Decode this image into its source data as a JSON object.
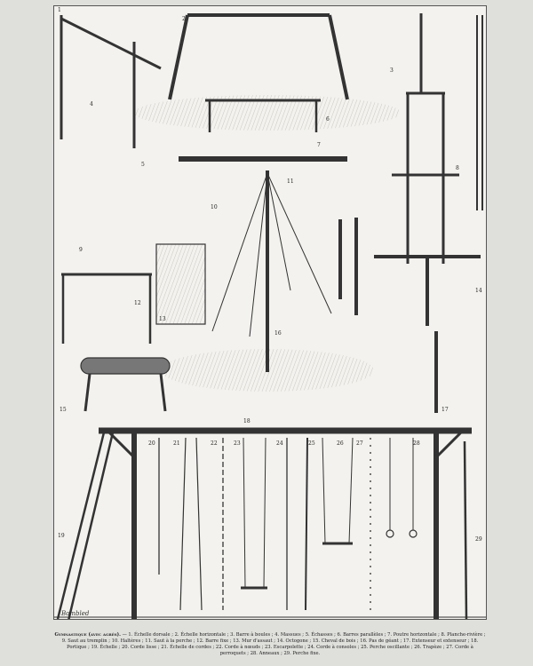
{
  "plate": {
    "signature": "Bombled",
    "labels": [
      "1",
      "2",
      "3",
      "4",
      "5",
      "6",
      "7",
      "8",
      "9",
      "10",
      "11",
      "12",
      "13",
      "14",
      "15",
      "16",
      "17",
      "18",
      "19",
      "20",
      "21",
      "22",
      "23",
      "24",
      "25",
      "26",
      "27",
      "28",
      "29"
    ]
  },
  "caption": {
    "heading": "Gymnastique (avec agrès).",
    "text": " — 1. Échelle dorsale ; 2. Échelle horizontale ; 3. Barre à boules ; 4. Massues ; 5. Échasses ; 6. Barres parallèles ; 7. Poutre horizontale ; 8. Planche-rivière ; 9. Saut au tremplin ; 10. Haltères ; 11. Saut à la perche ; 12. Barre fixe ; 13. Mur d'assaut ; 14. Octogone ; 15. Cheval de bois ; 16. Pas de géant ; 17. Extenseur et extenseur ; 18. Portique ; 19. Échelle ; 20. Corde lisse ; 21. Échelle de cordes ; 22. Corde à nœuds ; 23. Escarpolette ; 24. Corde à consoles ; 25. Perche oscillante ; 26. Trapèze ; 27. Corde à perroquets ; 28. Anneaux ; 29. Perche fixe."
  }
}
